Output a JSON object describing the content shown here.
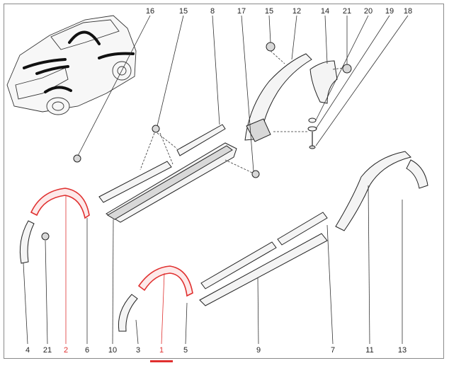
{
  "diagram": {
    "highlight_color": "#e0302f",
    "top_callouts": [
      {
        "id": "c16",
        "label": "16"
      },
      {
        "id": "c15a",
        "label": "15"
      },
      {
        "id": "c8",
        "label": "8"
      },
      {
        "id": "c17",
        "label": "17"
      },
      {
        "id": "c15b",
        "label": "15"
      },
      {
        "id": "c12",
        "label": "12"
      },
      {
        "id": "c14",
        "label": "14"
      },
      {
        "id": "c21a",
        "label": "21"
      },
      {
        "id": "c20",
        "label": "20"
      },
      {
        "id": "c19",
        "label": "19"
      },
      {
        "id": "c18",
        "label": "18"
      }
    ],
    "bottom_callouts": [
      {
        "id": "c4",
        "label": "4"
      },
      {
        "id": "c21b",
        "label": "21"
      },
      {
        "id": "c2",
        "label": "2",
        "highlight": true
      },
      {
        "id": "c6",
        "label": "6"
      },
      {
        "id": "c10",
        "label": "10"
      },
      {
        "id": "c3",
        "label": "3"
      },
      {
        "id": "c1",
        "label": "1",
        "highlight": true
      },
      {
        "id": "c5",
        "label": "5"
      },
      {
        "id": "c9",
        "label": "9"
      },
      {
        "id": "c7",
        "label": "7"
      },
      {
        "id": "c11",
        "label": "11"
      },
      {
        "id": "c13",
        "label": "13"
      }
    ]
  }
}
